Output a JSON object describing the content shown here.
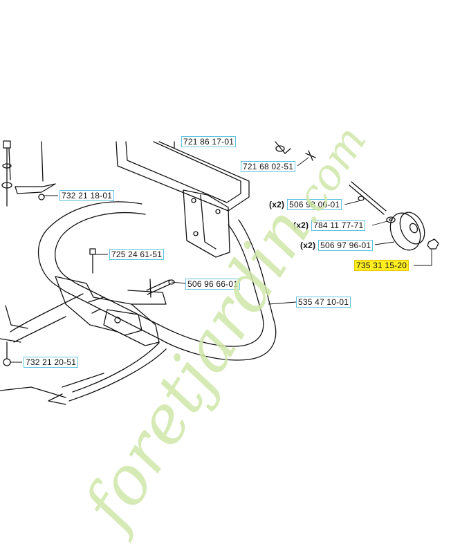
{
  "labels": [
    {
      "id": "lbl-721-86-17-01",
      "qty": "",
      "part": "721 86 17-01"
    },
    {
      "id": "lbl-721-68-02-51",
      "qty": "",
      "part": "721 68 02-51"
    },
    {
      "id": "lbl-732-21-18-01",
      "qty": "",
      "part": "732 21 18-01"
    },
    {
      "id": "lbl-506-98-00-01",
      "qty": "(x2)",
      "part": "506 98 00-01"
    },
    {
      "id": "lbl-784-11-77-71",
      "qty": "(x2)",
      "part": "784 11 77-71"
    },
    {
      "id": "lbl-506-97-96-01",
      "qty": "(x2)",
      "part": "506 97 96-01"
    },
    {
      "id": "lbl-735-31-15-20",
      "qty": "",
      "part": "735 31 15-20",
      "highlight": true
    },
    {
      "id": "lbl-725-24-61-51",
      "qty": "",
      "part": "725 24 61-51"
    },
    {
      "id": "lbl-506-96-66-01",
      "qty": "",
      "part": "506 96 66-01"
    },
    {
      "id": "lbl-535-47-10-01",
      "qty": "",
      "part": "535 47 10-01"
    },
    {
      "id": "lbl-732-21-20-51",
      "qty": "",
      "part": "732 21 20-51"
    }
  ],
  "watermark": {
    "text_main": "foretjardin",
    "text_suffix": ".com",
    "colors": {
      "green": "#cfe6a8",
      "orange": "#f6cf8e"
    }
  },
  "colors": {
    "highlight": "#ffee22",
    "label_border": "#5fc3e0",
    "line": "#111111"
  }
}
